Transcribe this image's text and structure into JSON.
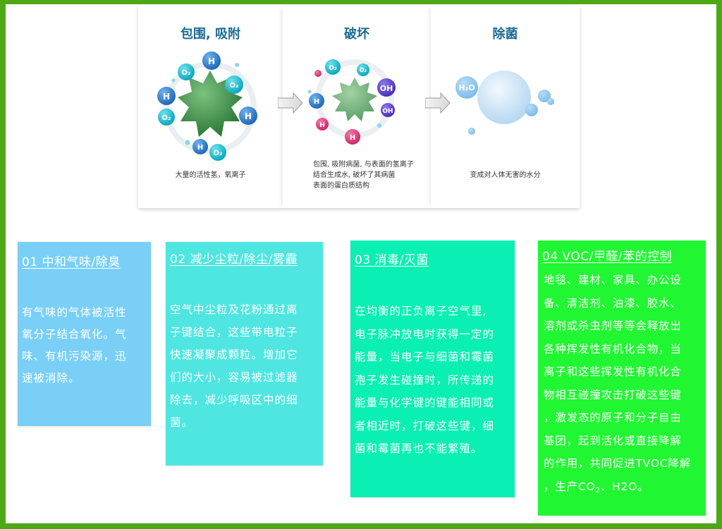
{
  "colors": {
    "frame_border": "#4ea714",
    "stage_title": "#1d6b94",
    "card1_bg": "#79cff6",
    "card2_bg": "#4fe6e1",
    "card3_bg": "#0aefb3",
    "card4_bg": "#20f632"
  },
  "process": {
    "stages": [
      {
        "title": "包围, 吸附",
        "caption_lines": [
          "大量的活性氢，氧离子"
        ],
        "molecules": [
          "H",
          "O2",
          "H",
          "O2",
          "O2",
          "H",
          "H",
          "O2"
        ]
      },
      {
        "title": "破坏",
        "caption_lines": [
          "包围, 吸附病菌, 与表面的氢离子",
          "结合生成水, 破坏了其病菌",
          "表面的蛋白质结构"
        ],
        "molecules": [
          "H",
          "O2",
          "O2",
          "OH",
          "OH",
          "H",
          "H",
          "H"
        ]
      },
      {
        "title": "除菌",
        "caption_lines": [
          "变成对人体无害的水分"
        ],
        "molecules": [
          "H2O"
        ]
      }
    ],
    "arrows": [
      "right-arrow",
      "right-arrow"
    ]
  },
  "cards": [
    {
      "title": "01  中和气味/除臭",
      "body_lines": [
        "有气味的气体被活性",
        "氧分子结合氧化。气",
        "味、有机污染源，迅",
        "速被消除。"
      ]
    },
    {
      "title": "02  减少尘粒/除尘/雾霾",
      "body_lines": [
        "空气中尘粒及花粉通过离",
        "子键结合，这些带电粒子",
        "快速凝聚成颗粒。增加它",
        "们的大小，容易被过滤器",
        "除去，减少呼吸区中的细",
        "菌。"
      ]
    },
    {
      "title": "03  消毒/灭菌",
      "body_lines": [
        "在均衡的正负离子空气里,",
        "电子脉冲放电时获得一定的",
        "能量，当电子与细菌和霉菌",
        "孢子发生碰撞时，所传递的",
        "能量与化学键的键能相同或",
        "者相近时，打破这些键，细",
        "菌和霉菌再也不能繁殖。"
      ]
    },
    {
      "title": "04  VOC/甲醛/苯的控制",
      "body_lines": [
        "地毯、建材、家具、办公设",
        "备、清洁剂、油漆、胶水、",
        "溶剂或杀虫剂等等会释放出",
        "各种挥发性有机化合物，当",
        "离子和这些挥发性有机化合",
        "物相互碰撞攻击打破这些键",
        "，激发态的原子和分子自由",
        "基团，起到活化或直接降解",
        "的作用，共同促进TVOC降解"
      ],
      "last_line_prefix": "，生产CO",
      "last_line_sub": "2",
      "last_line_suffix": "、H2O。"
    }
  ]
}
